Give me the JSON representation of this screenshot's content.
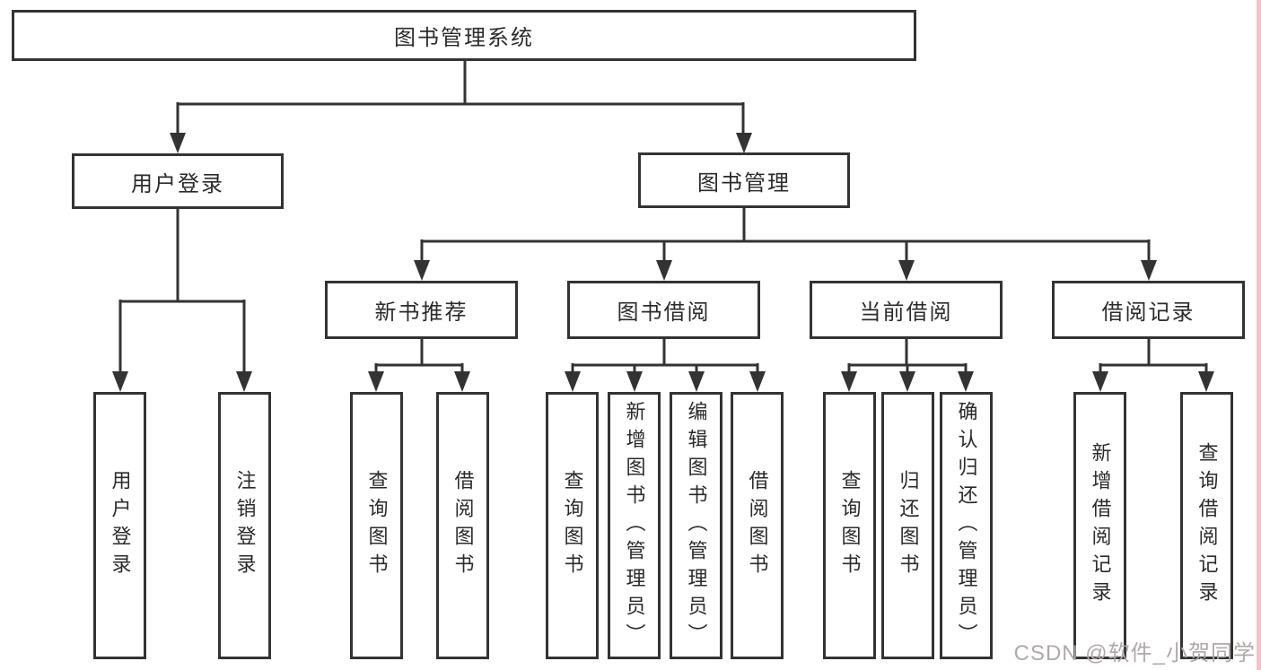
{
  "title": {
    "root": "图书管理系统"
  },
  "level2": {
    "user_login": "用户登录",
    "book_mgmt": "图书管理"
  },
  "level3": {
    "new_books": "新书推荐",
    "book_borrow": "图书借阅",
    "current_borrow": "当前借阅",
    "borrow_records": "借阅记录"
  },
  "leaves": {
    "user_login": [
      "用户登录",
      "注销登录"
    ],
    "new_books": [
      "查询图书",
      "借阅图书"
    ],
    "book_borrow": [
      "查询图书",
      "新增图书（管理员）",
      "编辑图书（管理员）",
      "借阅图书"
    ],
    "current_borrow": [
      "查询图书",
      "归还图书",
      "确认归还（管理员）"
    ],
    "borrow_records": [
      "新增借阅记录",
      "查询借阅记录"
    ]
  },
  "watermark": {
    "text": "CSDN @软件_小贺同学"
  },
  "colors": {
    "line": "#333333",
    "box_border": "#333333",
    "box_fill": "#ffffff",
    "text": "#2b2b2b",
    "watermark": "#b1a8a8",
    "right_edge_strip": "#f4c3c9"
  }
}
